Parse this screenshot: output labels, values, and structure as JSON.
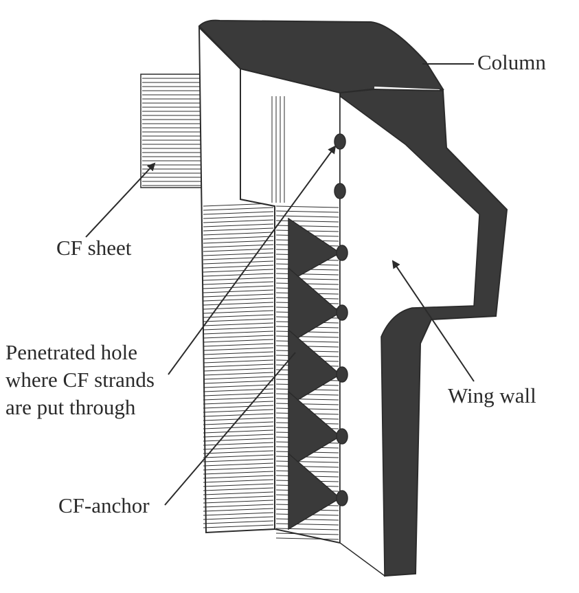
{
  "diagram": {
    "labels": {
      "column": "Column",
      "cf_sheet": "CF sheet",
      "penetrated_hole": [
        "Penetrated hole",
        "where CF strands",
        "are put through"
      ],
      "wing_wall": "Wing wall",
      "cf_anchor": "CF-anchor"
    },
    "colors": {
      "ink": "#2b2b2b",
      "dark_fill": "#3a3a3a",
      "background": "#ffffff"
    }
  }
}
